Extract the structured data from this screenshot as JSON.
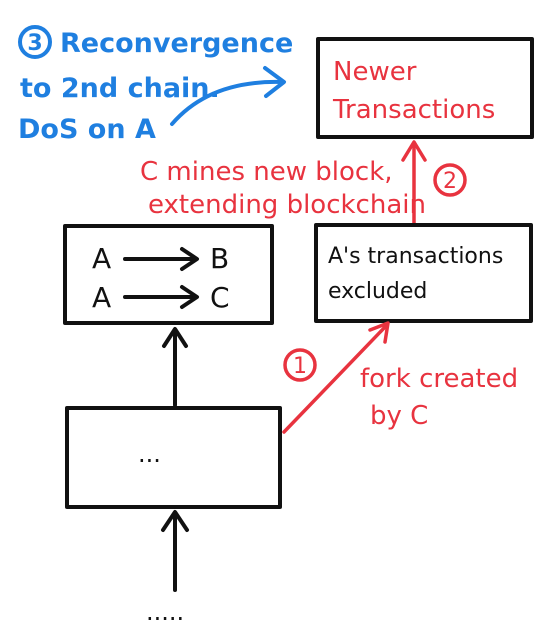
{
  "colors": {
    "ink": "#111111",
    "annotation_red": "#e8333f",
    "annotation_blue": "#1f7fe0",
    "background": "#ffffff"
  },
  "blocks": {
    "newer": {
      "line1": "Newer",
      "line2": "Transactions"
    },
    "double_spend": {
      "row1": {
        "from": "A",
        "to": "B"
      },
      "row2": {
        "from": "A",
        "to": "C"
      }
    },
    "excluded": {
      "line1": "A's transactions",
      "line2": "excluded"
    },
    "base": {
      "text": "..."
    },
    "earlier": {
      "text": "....."
    }
  },
  "annotations": {
    "step1": {
      "number": "1",
      "line1": "fork created",
      "line2": "by C"
    },
    "step2": {
      "number": "2",
      "line1": "C mines new block,",
      "line2": "extending blockchain"
    },
    "step3": {
      "number": "3",
      "line1": "Reconvergence",
      "line2": "to 2nd chain.",
      "line3": "DoS on A"
    }
  }
}
